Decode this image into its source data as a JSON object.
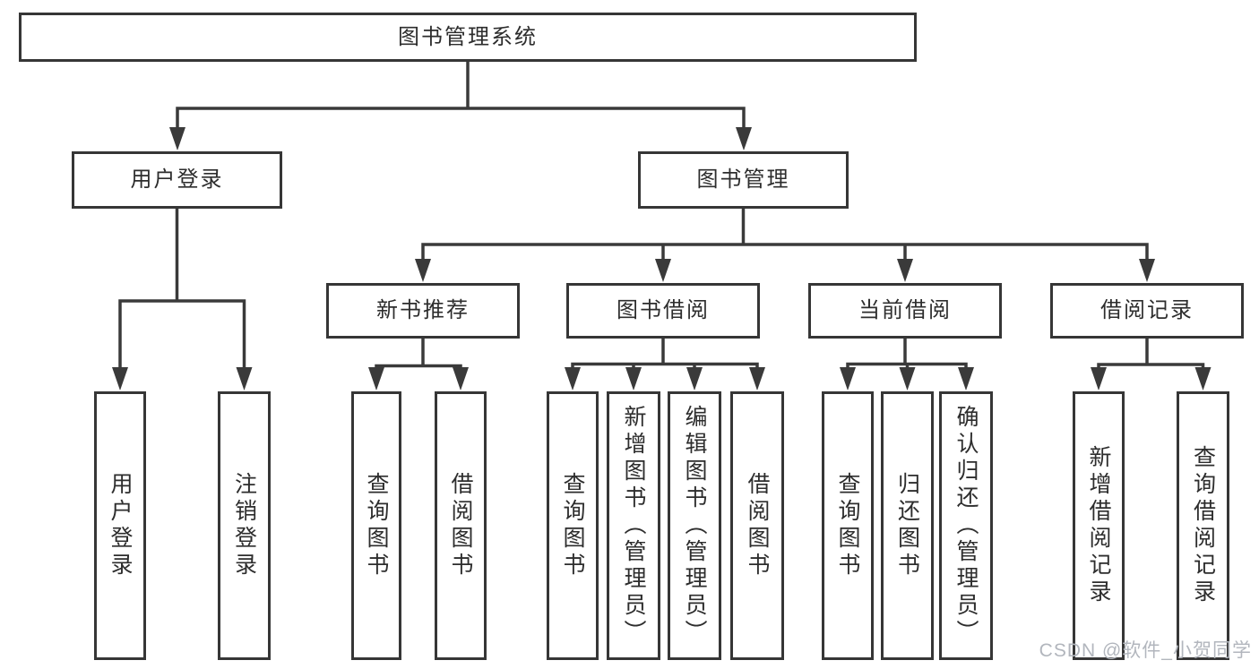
{
  "diagram": {
    "root": {
      "label": "图书管理系统"
    },
    "branches": [
      {
        "label": "用户登录",
        "children": [
          {
            "label": "用户登录"
          },
          {
            "label": "注销登录"
          }
        ]
      },
      {
        "label": "图书管理",
        "children": [
          {
            "label": "新书推荐",
            "children": [
              {
                "label": "查询图书"
              },
              {
                "label": "借阅图书"
              }
            ]
          },
          {
            "label": "图书借阅",
            "children": [
              {
                "label": "查询图书"
              },
              {
                "label": "新增图书（管理员）"
              },
              {
                "label": "编辑图书（管理员）"
              },
              {
                "label": "借阅图书"
              }
            ]
          },
          {
            "label": "当前借阅",
            "children": [
              {
                "label": "查询图书"
              },
              {
                "label": "归还图书"
              },
              {
                "label": "确认归还（管理员）"
              }
            ]
          },
          {
            "label": "借阅记录",
            "children": [
              {
                "label": "新增借阅记录"
              },
              {
                "label": "查询借阅记录"
              }
            ]
          }
        ]
      }
    ]
  },
  "colors": {
    "line": "#3a3a3a",
    "border": "#363636",
    "text": "#2d2d2d",
    "watermark": "#b2b6bd"
  },
  "watermark": {
    "text": "CSDN @软件_小贺同学"
  }
}
